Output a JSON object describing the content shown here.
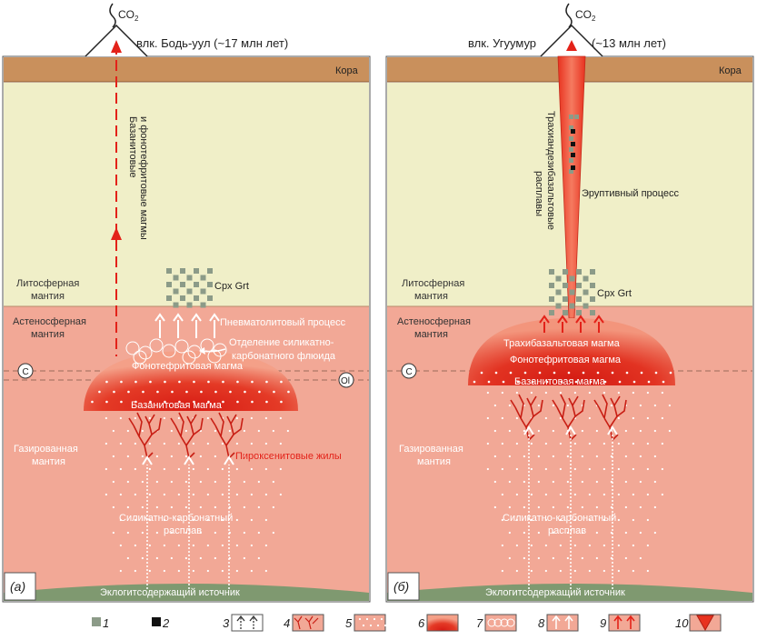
{
  "panel_a": {
    "volcano_label": "влк. Бодь-уул (~17 млн лет)",
    "gas_label": "CO",
    "gas_sub": "2",
    "crust_label": "Кора",
    "lith_mantle_line1": "Литосферная",
    "lith_mantle_line2": "мантия",
    "asth_mantle_line1": "Астеносферная",
    "asth_mantle_line2": "мантия",
    "vertical_label_line1": "Базанитовые",
    "vertical_label_line2": "и фонотефритовые магмы",
    "cpx_grt_label": "Cpx Grt",
    "pneumatolytic_label": "Пневматолитовый процесс",
    "fluid_sep_line1": "Отделение силикатно-",
    "fluid_sep_line2": "карбонатного флюида",
    "phonotephrite_label": "Фонотефритовая магма",
    "basanite_label": "Базанитовая магма",
    "c_marker": "C",
    "ol_marker": "Ol",
    "gasified_line1": "Газированная",
    "gasified_line2": "мантия",
    "pyroxenite_label": "Пироксенитовые жилы",
    "melt_line1": "Силикатно-карбонатный",
    "melt_line2": "расплав",
    "source_label": "Эклогитсодержащий источник",
    "panel_letter": "(а)"
  },
  "panel_b": {
    "volcano_left_label": "влк. Угуумур",
    "volcano_right_label": "(~13 млн лет)",
    "gas_label": "CO",
    "gas_sub": "2",
    "crust_label": "Кора",
    "lith_mantle_line1": "Литосферная",
    "lith_mantle_line2": "мантия",
    "asth_mantle_line1": "Астеносферная",
    "asth_mantle_line2": "мантия",
    "vertical_label_line1": "Трахиандезибазальтовые",
    "vertical_label_line2": "расплавы",
    "eruptive_label": "Эруптивный процесс",
    "cpx_grt_label": "Cpx Grt",
    "trachybasalt_label": "Трахибазальтовая магма",
    "phonotephrite_label": "Фонотефритовая магма",
    "basanite_label": "Базанитовая магма",
    "c_marker": "C",
    "gasified_line1": "Газированная",
    "gasified_line2": "мантия",
    "melt_line1": "Силикатно-карбонатный",
    "melt_line2": "расплав",
    "source_label": "Эклогитсодержащий источник",
    "panel_letter": "(б)"
  },
  "legend": [
    {
      "num": "1",
      "icon": "grey-square-icon"
    },
    {
      "num": "2",
      "icon": "black-square-icon"
    },
    {
      "num": "3",
      "icon": "white-arrows-icon"
    },
    {
      "num": "4",
      "icon": "red-veins-icon"
    },
    {
      "num": "5",
      "icon": "dots-icon"
    },
    {
      "num": "6",
      "icon": "red-gradient-icon"
    },
    {
      "num": "7",
      "icon": "bubbles-icon"
    },
    {
      "num": "8",
      "icon": "white-arrows-on-pink-icon"
    },
    {
      "num": "9",
      "icon": "red-arrows-icon"
    },
    {
      "num": "10",
      "icon": "red-funnel-icon"
    }
  ],
  "colors": {
    "crust": "#c9905c",
    "lithosphere": "#f0efc8",
    "asthenosphere": "#f2a896",
    "magma_red": "#e32219",
    "source_green": "#7f9970",
    "mineral_grey": "#8c9b88"
  }
}
